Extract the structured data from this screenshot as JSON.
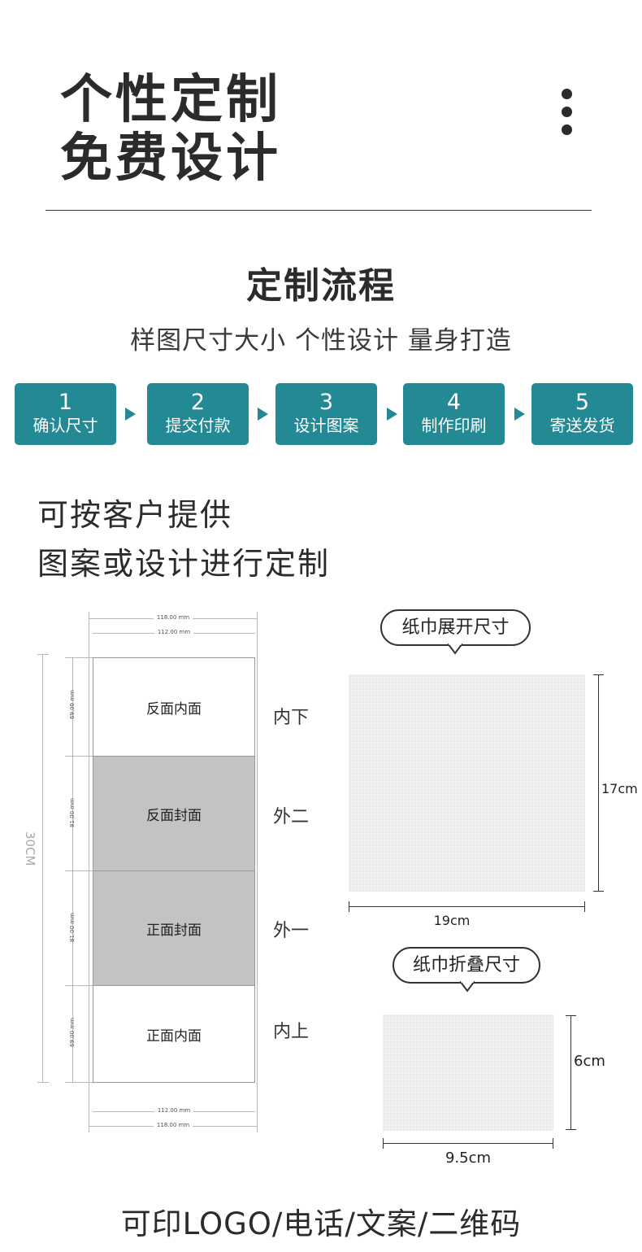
{
  "hero": {
    "line1": "个性定制",
    "line2": "免费设计"
  },
  "process": {
    "title": "定制流程",
    "subtitle": "样图尺寸大小 个性设计 量身打造",
    "steps": [
      {
        "num": "1",
        "label": "确认尺寸"
      },
      {
        "num": "2",
        "label": "提交付款"
      },
      {
        "num": "3",
        "label": "设计图案"
      },
      {
        "num": "4",
        "label": "制作印刷"
      },
      {
        "num": "5",
        "label": "寄送发货"
      }
    ],
    "accent_color": "#238995"
  },
  "lead": {
    "line1": "可按客户提供",
    "line2": "图案或设计进行定制"
  },
  "template_diagram": {
    "width_outer": "118.00 mm",
    "width_inner": "112.00 mm",
    "total_height": "30CM",
    "panels": [
      {
        "label": "反面内面",
        "height": "69.00 mm",
        "side": "内下",
        "shaded": false
      },
      {
        "label": "反面封面",
        "height": "81.00 mm",
        "side": "外二",
        "shaded": true
      },
      {
        "label": "正面封面",
        "height": "81.00 mm",
        "side": "外一",
        "shaded": true
      },
      {
        "label": "正面内面",
        "height": "69.00 mm",
        "side": "内上",
        "shaded": false
      }
    ]
  },
  "unfolded": {
    "title": "纸巾展开尺寸",
    "height": "17cm",
    "width": "19cm"
  },
  "folded": {
    "title": "纸巾折叠尺寸",
    "height": "6cm",
    "width": "9.5cm"
  },
  "footer": "可印LOGO/电话/文案/二维码"
}
